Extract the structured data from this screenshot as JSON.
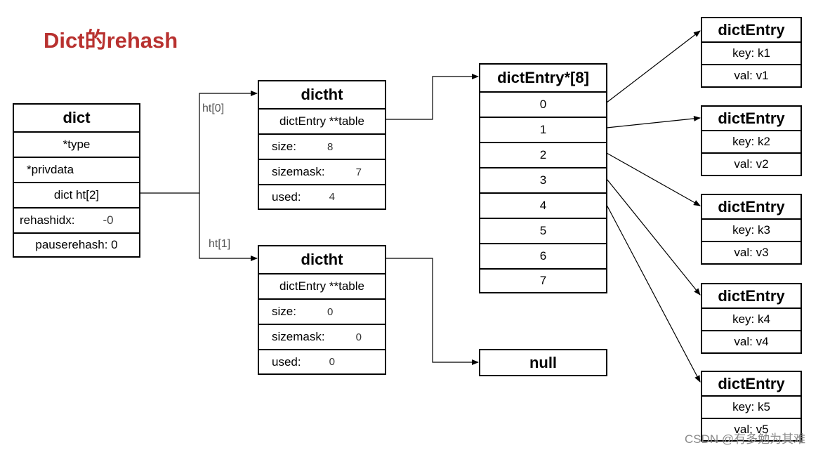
{
  "title": "Dict的rehash",
  "dict": {
    "header": "dict",
    "type": "*type",
    "privdata": "*privdata",
    "ht": "dict ht[2]",
    "rehashidx_label": "rehashidx:",
    "rehashidx_value": "-0",
    "pauserehash": "pauserehash: 0"
  },
  "links": {
    "ht0": "ht[0]",
    "ht1": "ht[1]"
  },
  "dictht0": {
    "header": "dictht",
    "table": "dictEntry **table",
    "rows": [
      {
        "label": "size:",
        "value": "8"
      },
      {
        "label": "sizemask:",
        "value": "7"
      },
      {
        "label": "used:",
        "value": "4"
      }
    ]
  },
  "dictht1": {
    "header": "dictht",
    "table": "dictEntry **table",
    "rows": [
      {
        "label": "size:",
        "value": "0"
      },
      {
        "label": "sizemask:",
        "value": "0"
      },
      {
        "label": "used:",
        "value": "0"
      }
    ]
  },
  "array": {
    "header": "dictEntry*[8]",
    "slots": [
      "0",
      "1",
      "2",
      "3",
      "4",
      "5",
      "6",
      "7"
    ]
  },
  "null_box": "null",
  "entries": [
    {
      "header": "dictEntry",
      "key": "key: k1",
      "val": "val: v1"
    },
    {
      "header": "dictEntry",
      "key": "key: k2",
      "val": "val: v2"
    },
    {
      "header": "dictEntry",
      "key": "key: k3",
      "val": "val: v3"
    },
    {
      "header": "dictEntry",
      "key": "key: k4",
      "val": "val: v4"
    },
    {
      "header": "dictEntry",
      "key": "key: k5",
      "val": "val: v5"
    }
  ],
  "watermark": "CSDN @有多勉为其难"
}
